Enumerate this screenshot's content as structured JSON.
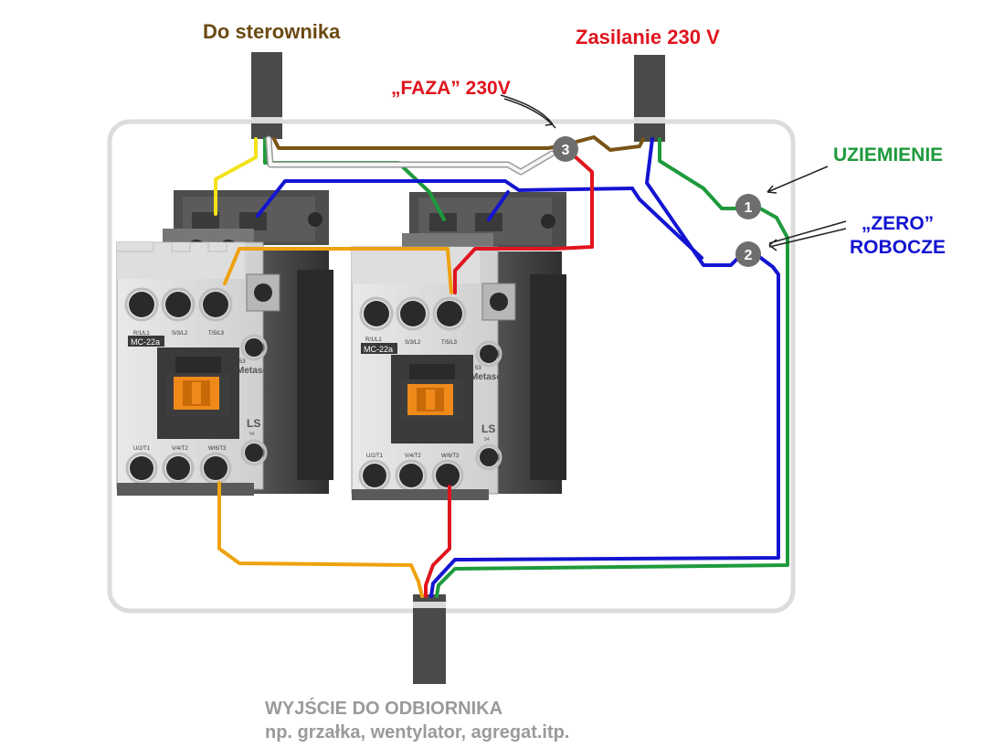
{
  "colors": {
    "controller": "#6b4a12",
    "supply": "#e0141e",
    "phase": "#e0141e",
    "ground": "#1e9a3c",
    "zero": "#1414d2",
    "output": "#9a9a9a",
    "wire_yellow": "#f3e21a",
    "wire_orange": "#efa20e",
    "wire_brown": "#7a5416",
    "wire_white": "#f5f5f5",
    "cable": "#4a4a4a",
    "enclosure": "#dcdcdc"
  },
  "labels": {
    "controller": "Do sterownika",
    "supply": "Zasilanie  230 V",
    "phase": "„FAZA” 230V",
    "ground": "UZIEMIENIE",
    "zero_line1": "„ZERO”",
    "zero_line2": "ROBOCZE",
    "output_line1": "WYJŚCIE DO ODBIORNIKA",
    "output_line2": "np. grzałka, wentylator, agregat.itp."
  },
  "terminals": [
    {
      "number": "1"
    },
    {
      "number": "2"
    },
    {
      "number": "3"
    }
  ],
  "contactors": [
    {
      "model": "MC-22a",
      "brand": "Metasol",
      "maker": "LS",
      "top_terminals": [
        "R/1/L1",
        "S/3/L2",
        "T/5/L3"
      ],
      "bottom_terminals": [
        "U/2/T1",
        "V/4/T2",
        "W/6/T3"
      ],
      "aux_label": "53",
      "aux_label2": "54"
    },
    {
      "model": "MC-22a",
      "brand": "Metasol",
      "maker": "LS",
      "top_terminals": [
        "R/1/L1",
        "S/3/L2",
        "T/5/L3"
      ],
      "bottom_terminals": [
        "U/2/T1",
        "V/4/T2",
        "W/6/T3"
      ],
      "aux_label": "53",
      "aux_label2": "54"
    }
  ]
}
